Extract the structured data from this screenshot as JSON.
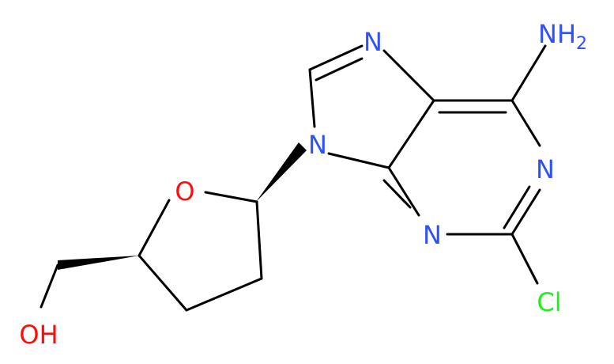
{
  "molecule": {
    "colors": {
      "bond": "#000000",
      "nitrogen": "#3050F8",
      "oxygen": "#FF0D0D",
      "chlorine": "#1FF01F"
    },
    "labels": {
      "n7": "N",
      "n9": "N",
      "n1": "N",
      "n3": "N",
      "ring_o": "O",
      "amine_n": "N",
      "amine_h": "H",
      "amine_sub": "2",
      "hydroxyl": "OH",
      "chloro": "Cl"
    }
  }
}
